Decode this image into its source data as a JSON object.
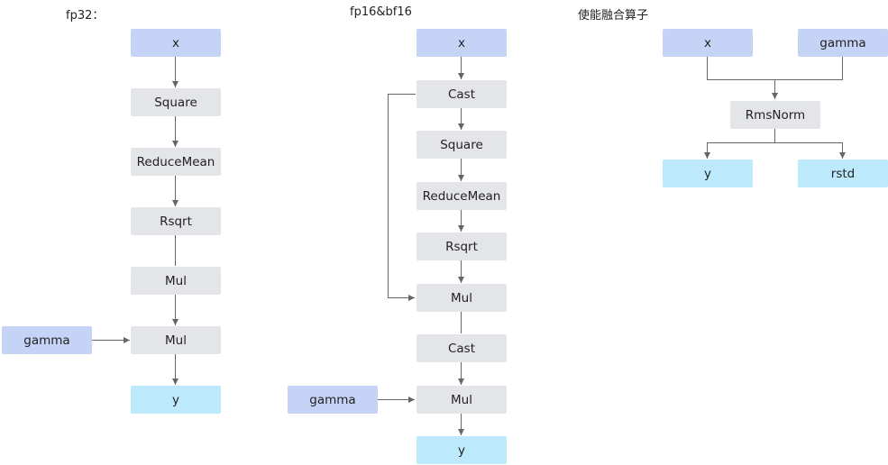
{
  "panels": {
    "fp32": {
      "title": "fp32：",
      "nodes": {
        "x": "x",
        "square": "Square",
        "reducemean": "ReduceMean",
        "rsqrt": "Rsqrt",
        "mul1": "Mul",
        "mul2": "Mul",
        "gamma": "gamma",
        "y": "y"
      }
    },
    "fp16": {
      "title": "fp16&bf16",
      "nodes": {
        "x": "x",
        "cast1": "Cast",
        "square": "Square",
        "reducemean": "ReduceMean",
        "rsqrt": "Rsqrt",
        "mul1": "Mul",
        "cast2": "Cast",
        "mul2": "Mul",
        "gamma": "gamma",
        "y": "y"
      }
    },
    "fused": {
      "title": "使能融合算子",
      "nodes": {
        "x": "x",
        "gamma": "gamma",
        "rmsnorm": "RmsNorm",
        "y": "y",
        "rstd": "rstd"
      }
    }
  },
  "colors": {
    "op_fill": "#e4e5e8",
    "input_fill": "#c5d3f7",
    "output_fill": "#bce9fb",
    "edge": "#666666"
  }
}
